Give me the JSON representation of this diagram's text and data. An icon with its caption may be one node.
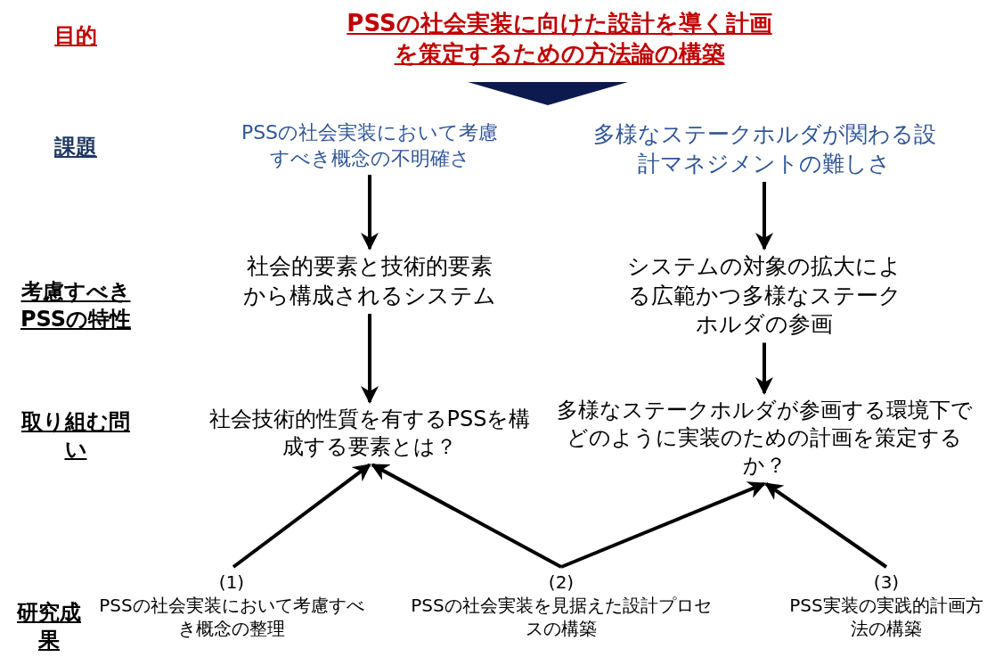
{
  "diagram": {
    "nodes": [
      {
        "text": [
          "PSSの社会実装に向けた設計を導く計画を策定するための方法論の構築"
        ]
      },
      {
        "text": [
          "PSSの社会実装において考慮すべき概念の不明確さ"
        ]
      },
      {
        "text": [
          "多様なステークホルダが関わる設計マネジメントの難しさ"
        ]
      },
      {
        "text": [
          "社会的要素と技術的要素から構成されるシステム"
        ]
      },
      {
        "text": [
          "システムの対象の拡大による広範かつ多様なステークホルダの参画"
        ]
      },
      {
        "text": [
          "社会技術的性質を有するPSSを構成する要素とは？"
        ]
      },
      {
        "text": [
          "多様なステークホルダが参画する環境下でどのように実装のための計画を策定するか？"
        ]
      },
      {
        "text": [
          "(1)",
          "PSSの社会実装において考慮すべき概念の整理"
        ]
      },
      {
        "text": [
          "(2)",
          "PSSの社会実装を見据えた設計プロセスの構築"
        ]
      },
      {
        "text": [
          "(3)",
          "PSS実装の実践的計画方法の構築"
        ]
      }
    ],
    "edges": [
      {
        "from": 1,
        "to": 3,
        "arrow": "to"
      },
      {
        "from": 2,
        "to": 4,
        "arrow": "to"
      },
      {
        "from": 3,
        "to": 5,
        "arrow": "to"
      },
      {
        "from": 4,
        "to": 6,
        "arrow": "to"
      },
      {
        "from": 7,
        "to": 5,
        "arrow": "to"
      },
      {
        "from": 8,
        "to": 5,
        "arrow": "to"
      },
      {
        "from": 8,
        "to": 6,
        "arrow": "to"
      },
      {
        "from": 9,
        "to": 6,
        "arrow": "to"
      }
    ],
    "labels": [
      "目的",
      "課題",
      "考慮すべきPSSの特性",
      "取り組む問い",
      "研究成果"
    ]
  }
}
